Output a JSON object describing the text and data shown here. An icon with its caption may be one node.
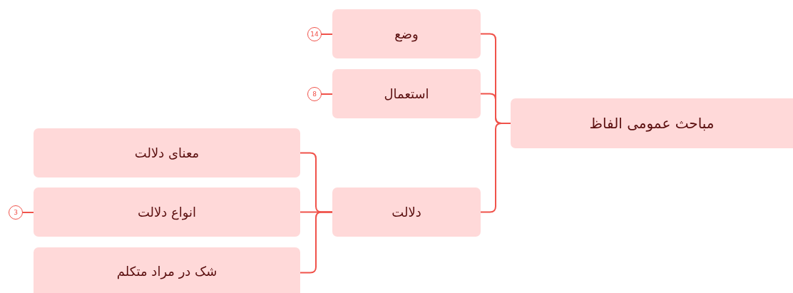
{
  "diagram": {
    "nodes": [
      {
        "text": [
          "مباحث عمومی الفاظ"
        ]
      },
      {
        "text": [
          "وضع"
        ],
        "beside": [
          "14"
        ]
      },
      {
        "text": [
          "استعمال"
        ],
        "beside": [
          "8"
        ]
      },
      {
        "text": [
          "دلالت"
        ]
      },
      {
        "text": [
          "معنای دلالت"
        ]
      },
      {
        "text": [
          "انواع دلالت"
        ],
        "beside": [
          "3"
        ]
      },
      {
        "text": [
          "شک در مراد متکلم"
        ]
      }
    ],
    "edges": [
      {
        "from": 0,
        "to": 1,
        "arrow": "none"
      },
      {
        "from": 0,
        "to": 2,
        "arrow": "none"
      },
      {
        "from": 0,
        "to": 3,
        "arrow": "none"
      },
      {
        "from": 3,
        "to": 4,
        "arrow": "none"
      },
      {
        "from": 3,
        "to": 5,
        "arrow": "none"
      },
      {
        "from": 3,
        "to": 6,
        "arrow": "none"
      }
    ]
  }
}
